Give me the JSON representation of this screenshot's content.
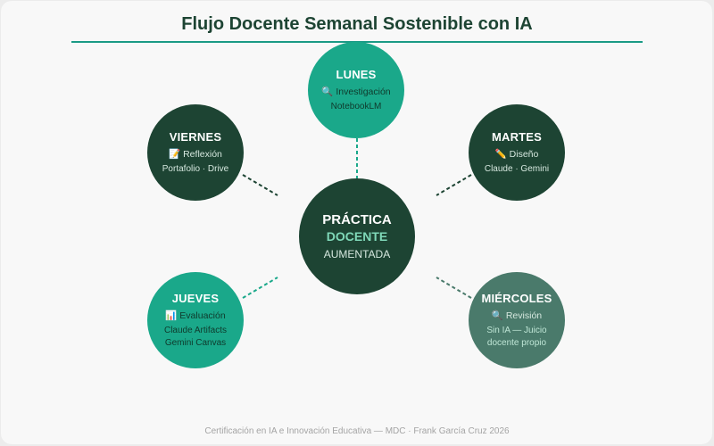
{
  "title": "Flujo Docente Semanal Sostenible con IA",
  "center": {
    "line1": "PRÁCTICA",
    "line2": "DOCENTE",
    "line3": "AUMENTADA"
  },
  "days": {
    "lunes": {
      "name": "LUNES",
      "activity": "🔍 Investigación",
      "tools": [
        "NotebookLM"
      ]
    },
    "martes": {
      "name": "MARTES",
      "activity": "✏️ Diseño",
      "tools": [
        "Claude · Gemini"
      ]
    },
    "miercoles": {
      "name": "MIÉRCOLES",
      "activity": "🔍 Revisión",
      "tools": [
        "Sin IA — Juicio",
        "docente propio"
      ]
    },
    "jueves": {
      "name": "JUEVES",
      "activity": "📊 Evaluación",
      "tools": [
        "Claude Artifacts",
        "Gemini Canvas"
      ]
    },
    "viernes": {
      "name": "VIERNES",
      "activity": "📝 Reflexión",
      "tools": [
        "Portafolio · Drive"
      ]
    }
  },
  "colors": {
    "teal": "#1aa88a",
    "dark_green": "#1d4433",
    "muted_green": "#4a7a6b",
    "accent_light": "#7fd8b8"
  },
  "footer": "Certificación en IA e Innovación Educativa — MDC · Frank García Cruz 2026"
}
